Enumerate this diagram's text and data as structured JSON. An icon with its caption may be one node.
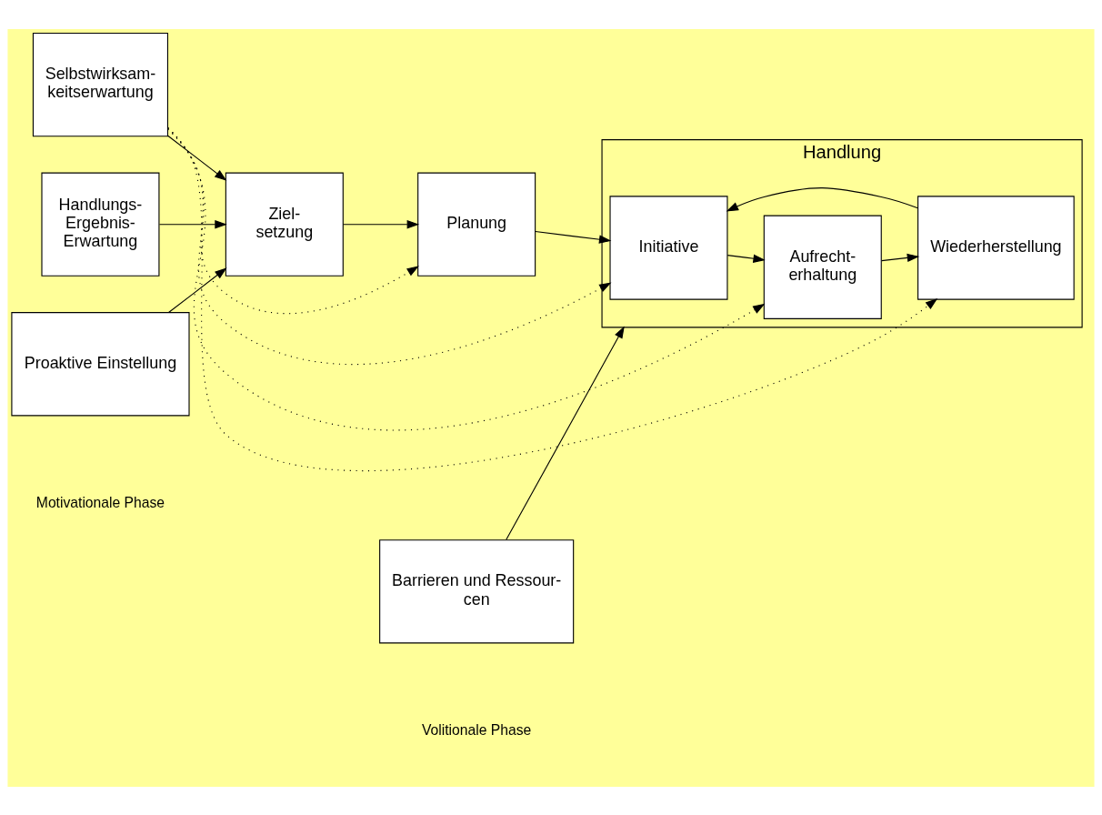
{
  "diagram": {
    "nodes": [
      {
        "text": [
          "Selbstwirksam- keitserwartung"
        ]
      },
      {
        "text": [
          "Handlungs- Ergebnis- Erwartung"
        ]
      },
      {
        "text": [
          "Proaktive Einstellung"
        ]
      },
      {
        "text": [
          "Ziel- setzung"
        ]
      },
      {
        "text": [
          "Planung"
        ]
      },
      {
        "text": [
          "Handlung"
        ]
      },
      {
        "text": [
          "Initiative"
        ],
        "in": 5
      },
      {
        "text": [
          "Aufrecht- erhaltung"
        ],
        "in": 5
      },
      {
        "text": [
          "Wiederherstellung"
        ],
        "in": 5
      },
      {
        "text": [
          "Barrieren und Ressour- cen"
        ]
      }
    ],
    "edges": [
      {
        "from": 0,
        "to": 7,
        "arrow": "to",
        "style": "dashed"
      },
      {
        "from": 0,
        "to": 8,
        "arrow": "to",
        "style": "dashed"
      },
      {
        "from": 0,
        "to": 6,
        "arrow": "to",
        "style": "dashed"
      },
      {
        "from": 0,
        "to": 4,
        "arrow": "to",
        "style": "dashed"
      },
      {
        "from": 0,
        "to": 3,
        "arrow": "to"
      },
      {
        "from": 1,
        "to": 3,
        "arrow": "to"
      },
      {
        "from": 2,
        "to": 3,
        "arrow": "to"
      },
      {
        "from": 3,
        "to": 4,
        "arrow": "to"
      },
      {
        "from": 4,
        "to": 6,
        "arrow": "to"
      },
      {
        "from": 6,
        "to": 7,
        "arrow": "to"
      },
      {
        "from": 7,
        "to": 8,
        "arrow": "to"
      },
      {
        "from": 8,
        "to": 6,
        "arrow": "to"
      },
      {
        "from": 9,
        "to": 5,
        "arrow": "to"
      }
    ],
    "labels": [
      "Motivationale Phase",
      "Volitionale Phase"
    ]
  }
}
